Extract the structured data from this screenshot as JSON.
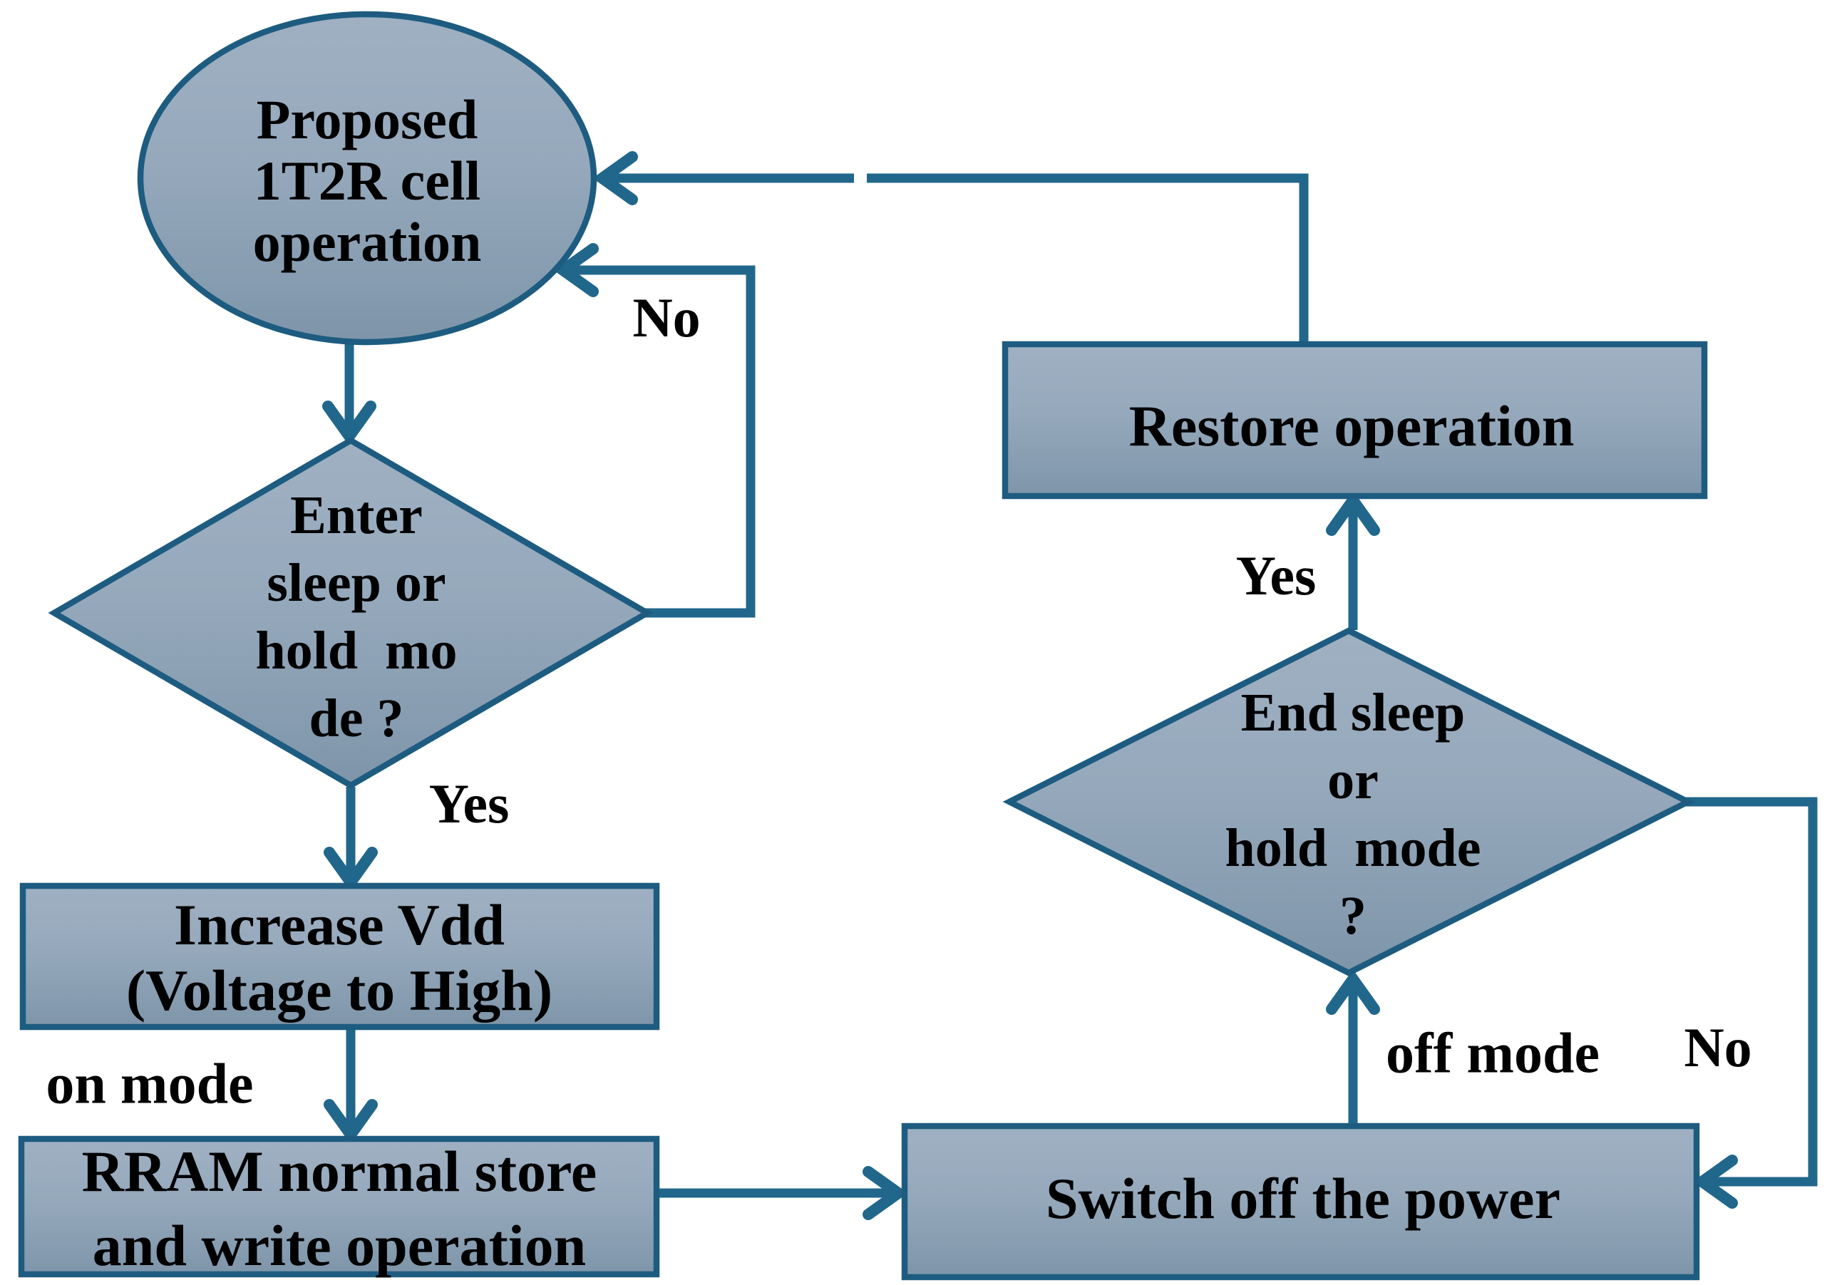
{
  "diagram": {
    "title": "1T2R RRAM cell power-mode flowchart",
    "colors": {
      "background": "#ffffff",
      "shape_fill_top": "#9fb0c2",
      "shape_fill_mid": "#96a9bc",
      "shape_fill_bottom": "#7e95a9",
      "shape_border": "#1d5c80",
      "arrow": "#21678b",
      "text": "#000000"
    },
    "nodes": {
      "start": {
        "shape": "ellipse",
        "text": "Proposed\n1T2R cell\noperation"
      },
      "decision_enter": {
        "shape": "diamond",
        "text": "Enter\nsleep or\nhold  mo\nde ?"
      },
      "increase_vdd": {
        "shape": "rect",
        "text": "Increase Vdd\n(Voltage to High)"
      },
      "rram_store": {
        "shape": "rect",
        "text": "RRAM normal store\nand write operation"
      },
      "switch_off": {
        "shape": "rect",
        "text": "Switch off the power"
      },
      "decision_end": {
        "shape": "diamond",
        "text": "End sleep\nor\nhold  mode\n?"
      },
      "restore": {
        "shape": "rect",
        "text": "Restore operation"
      }
    },
    "edge_labels": {
      "no_enter": "No",
      "yes_enter": "Yes",
      "on_mode": "on mode",
      "yes_end": "Yes",
      "off_mode": "off mode",
      "no_end": "No"
    }
  }
}
